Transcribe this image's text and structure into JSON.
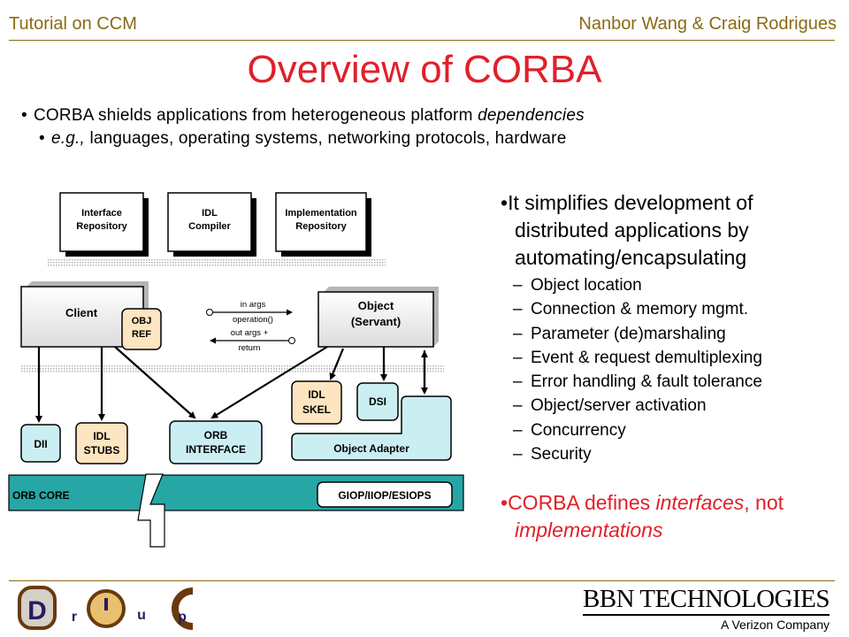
{
  "header": {
    "left": "Tutorial on CCM",
    "right": "Nanbor Wang & Craig Rodrigues"
  },
  "title": "Overview of CORBA",
  "bullets_top": [
    {
      "text": "CORBA shields applications from heterogeneous platform ",
      "italic": "dependencies"
    },
    {
      "italic": "e.g.,",
      "text": " languages, operating systems, networking protocols, hardware"
    }
  ],
  "right_panel": {
    "intro": "It simplifies development of distributed applications by automating/encapsulating",
    "items": [
      "Object location",
      "Connection & memory mgmt.",
      "Parameter (de)marshaling",
      "Event & request demultiplexing",
      "Error handling & fault tolerance",
      "Object/server activation",
      "Concurrency",
      "Security"
    ],
    "closing": {
      "a": "CORBA defines ",
      "b": "interfaces",
      "c": ", not ",
      "d": "implementations"
    }
  },
  "diagram": {
    "interface_repository": [
      "Interface",
      "Repository"
    ],
    "idl_compiler": [
      "IDL",
      "Compiler"
    ],
    "implementation_repository": [
      "Implementation",
      "Repository"
    ],
    "client": "Client",
    "obj_ref": [
      "OBJ",
      "REF"
    ],
    "in_args": [
      "in args",
      "operation()"
    ],
    "out_args": [
      "out args +",
      "return"
    ],
    "object": [
      "Object",
      "(Servant)"
    ],
    "idl_skel": [
      "IDL",
      "SKEL"
    ],
    "dsi": "DSI",
    "object_adapter": "Object Adapter",
    "dii": "DII",
    "idl_stubs": [
      "IDL",
      "STUBS"
    ],
    "orb_interface": [
      "ORB",
      "INTERFACE"
    ],
    "orb_core": "ORB CORE",
    "giop": "GIOP/IIOP/ESIOPS"
  },
  "footer": {
    "logo_letters": [
      "D",
      "r",
      "u",
      "p"
    ],
    "bbn_name": "BBN TECHNOLOGIES",
    "bbn_tag": "A Verizon Company"
  },
  "colors": {
    "title": "#e0202a",
    "header": "#8a6a14",
    "blue_box": "#cbeef3",
    "tan_box": "#fce5c0",
    "core": "#27a6a6"
  }
}
